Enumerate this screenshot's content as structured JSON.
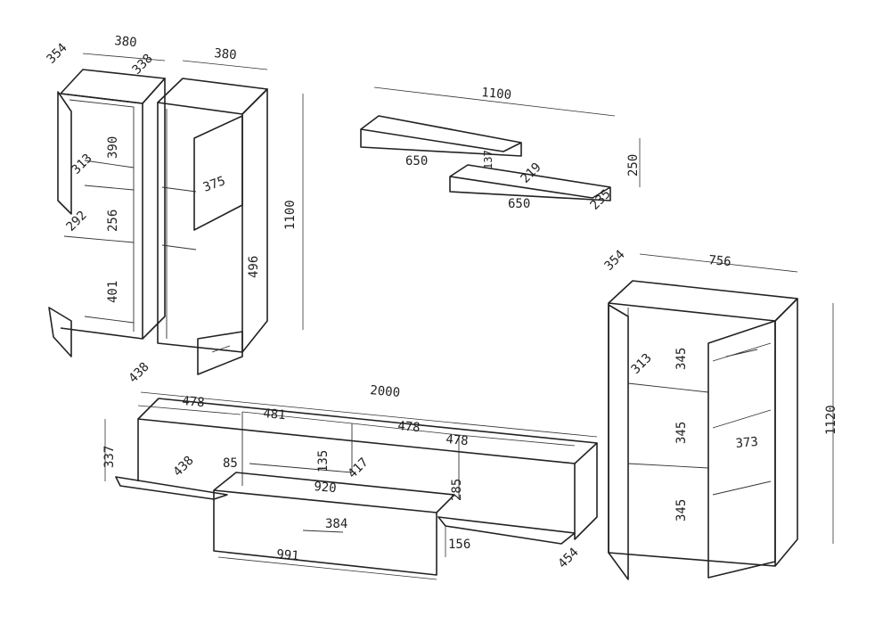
{
  "left_cabinet": {
    "depth": "354",
    "width": "380",
    "inner_depth": "338",
    "shelf1_height": "390",
    "shelf1_depth": "313",
    "shelf2_depth": "292",
    "shelf2_height": "256",
    "bottom_height": "401"
  },
  "middle_cabinet": {
    "width": "380",
    "door_width": "375",
    "glass_height": "496",
    "height": "1100"
  },
  "wall_shelves": {
    "total_width": "1100",
    "upper_width": "650",
    "upper_thickness": "137",
    "lower_depth": "219",
    "total_height": "250",
    "lower_width": "650",
    "lower_depth2": "235"
  },
  "right_cabinet": {
    "depth": "354",
    "width": "756",
    "shelf_depth": "313",
    "section1": "345",
    "section2": "345",
    "section3": "345",
    "door_width": "373",
    "height": "1120"
  },
  "tv_stand": {
    "depth": "438",
    "total_width": "2000",
    "sec1": "478",
    "sec2": "481",
    "sec3": "478",
    "sec4": "478",
    "height": "337",
    "flap_depth": "438",
    "drawer_offset": "85",
    "niche_height": "135",
    "inner_depth": "417",
    "drawer_inner_width": "920",
    "side_height": "285",
    "drawer_depth": "384",
    "drawer_height": "156",
    "drawer_width": "991",
    "open_depth": "454"
  }
}
